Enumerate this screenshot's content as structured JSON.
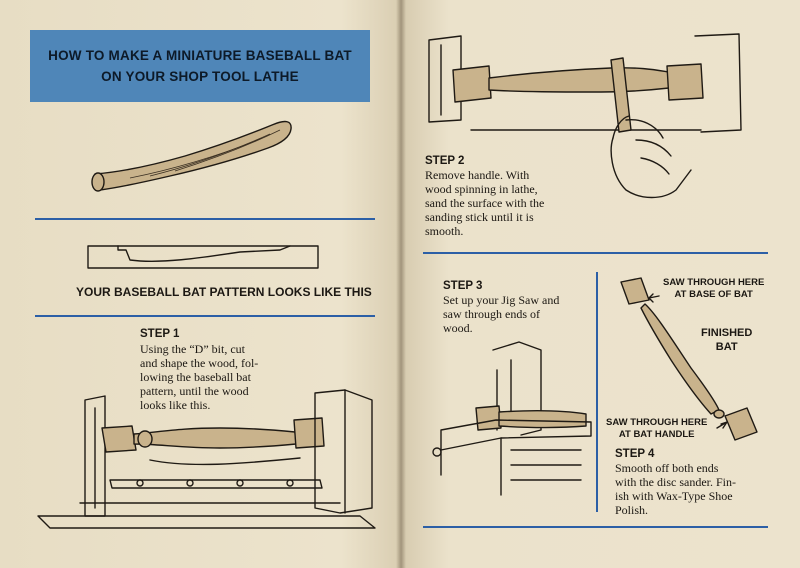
{
  "banner": {
    "line1": "HOW TO MAKE A MINIATURE BASEBALL BAT",
    "line2": "ON YOUR SHOP TOOL LATHE"
  },
  "pattern_caption": "YOUR BASEBALL BAT PATTERN LOOKS LIKE THIS",
  "step1": {
    "title": "STEP 1",
    "lines": [
      "Using the “D” bit, cut",
      "and shape the wood, fol-",
      "lowing the baseball bat",
      "pattern, until the wood",
      "looks like this."
    ]
  },
  "step2": {
    "title": "STEP 2",
    "lines": [
      "Remove handle. With",
      "wood spinning in lathe,",
      "sand the surface with the",
      "sanding stick until it is",
      "smooth."
    ]
  },
  "step3": {
    "title": "STEP 3",
    "lines": [
      "Set up your Jig Saw and",
      "saw through ends of",
      "wood."
    ]
  },
  "step4": {
    "title": "STEP 4",
    "lines": [
      "Smooth off both ends",
      "with the disc sander. Fin-",
      "ish with Wax-Type Shoe",
      "Polish."
    ]
  },
  "labels": {
    "saw_top": [
      "SAW THROUGH HERE",
      "AT BASE OF BAT"
    ],
    "finished": [
      "FINISHED",
      "BAT"
    ],
    "saw_bottom": [
      "SAW THROUGH HERE",
      "AT BAT HANDLE"
    ]
  },
  "colors": {
    "banner_blue": "#4f86b8",
    "rule_blue": "#2c5fa6",
    "paper": "#e9e0c9"
  },
  "icons": [
    "bat-illustration",
    "pattern-outline",
    "lathe-illustration",
    "sanding-hand-illustration",
    "jigsaw-illustration",
    "finished-bat-illustration"
  ]
}
